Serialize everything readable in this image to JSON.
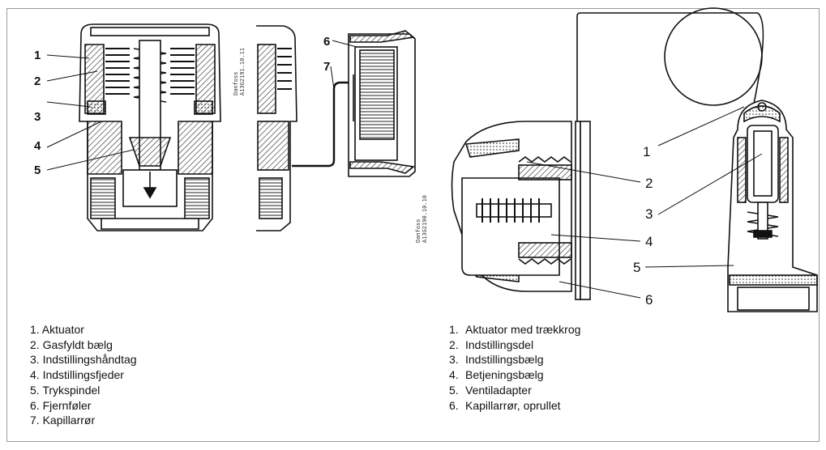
{
  "left_figure": {
    "brand_code_1": [
      "Danfoss",
      "A13G2191.10.11"
    ],
    "brand_code_2": [
      "Danfoss",
      "A13G2190.10.10"
    ],
    "callouts": [
      "1",
      "2",
      "3",
      "4",
      "5",
      "6",
      "7"
    ],
    "legend": [
      "1. Aktuator",
      "2. Gasfyldt bælg",
      "3. Indstillingshåndtag",
      "4. Indstillingsfjeder",
      "5. Trykspindel",
      "6. Fjernføler",
      "7. Kapillarrør"
    ]
  },
  "right_figure": {
    "callouts": [
      "1",
      "2",
      "3",
      "4",
      "5",
      "6"
    ],
    "legend": [
      {
        "num": "1.",
        "text": "Aktuator med trækkrog"
      },
      {
        "num": "2.",
        "text": "Indstillingsdel"
      },
      {
        "num": "3.",
        "text": "Indstillingsbælg"
      },
      {
        "num": "4.",
        "text": "Betjeningsbælg"
      },
      {
        "num": "5.",
        "text": "Ventiladapter"
      },
      {
        "num": "6.",
        "text": "Kapillarrør, oprullet"
      }
    ]
  }
}
